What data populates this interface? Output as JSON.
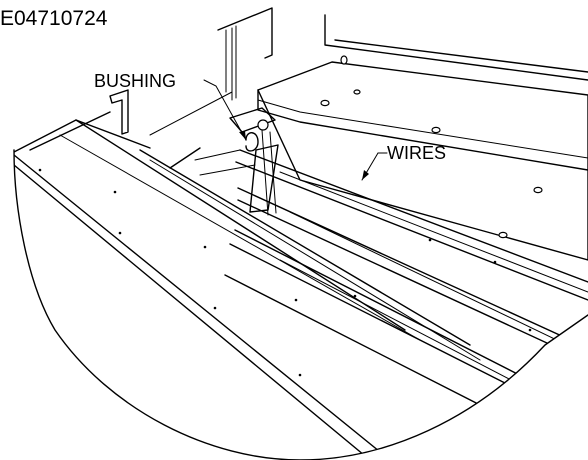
{
  "figure": {
    "code": "E04710724",
    "labels": {
      "bushing": "BUSHING",
      "wires": "WIRES"
    }
  }
}
